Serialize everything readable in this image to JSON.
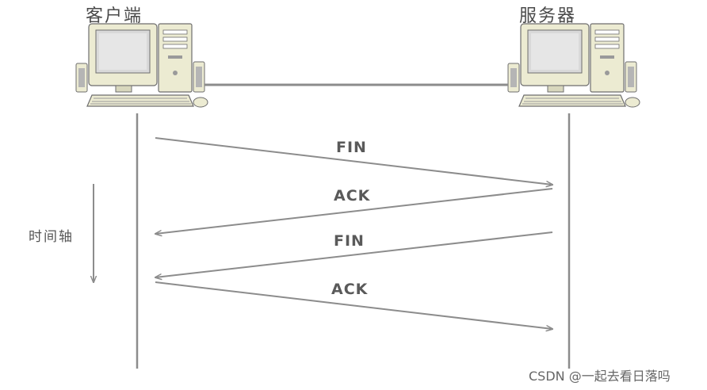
{
  "nodes": {
    "client_title": "客户端",
    "server_title": "服务器"
  },
  "time_axis": {
    "title": "时间轴"
  },
  "messages": [
    {
      "label": "FIN",
      "direction": "client-to-server"
    },
    {
      "label": "ACK",
      "direction": "server-to-client"
    },
    {
      "label": "FIN",
      "direction": "server-to-client"
    },
    {
      "label": "ACK",
      "direction": "client-to-server"
    }
  ],
  "watermark": "CSDN @一起去看日落吗",
  "colors": {
    "line": "#8c8c8c",
    "monitor_frame": "#ecebd2",
    "screen": "#d9d9d9",
    "outline": "#6e6e6e"
  },
  "icons": [
    "desktop-computer-icon",
    "desktop-computer-icon"
  ]
}
